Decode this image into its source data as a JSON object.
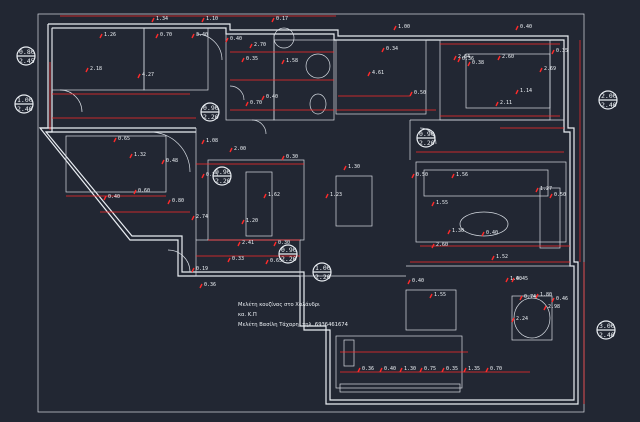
{
  "colors": {
    "background": "#222733",
    "wall": "#e9edf2",
    "dimension": "#ff2a2a",
    "text": "#eef2f6"
  },
  "notes": {
    "line1": "Μελέτη κουζίνας στο Χαλάνδρι",
    "line2": "κα. Κ.Π",
    "line3": "Μελέτη Βασίλη Τάχαρη, τηλ. 6936461674"
  },
  "elevation_markers": [
    {
      "id": "m1",
      "top": "0.80",
      "bottom": "2.45"
    },
    {
      "id": "m2",
      "top": "1.00",
      "bottom": "2.40"
    },
    {
      "id": "m3",
      "top": "2.00",
      "bottom": "2.40"
    },
    {
      "id": "m4",
      "top": "0.90",
      "bottom": "2.20"
    },
    {
      "id": "m5",
      "top": "0.90",
      "bottom": "2.20"
    },
    {
      "id": "m6",
      "top": "0.90",
      "bottom": "2.20"
    },
    {
      "id": "m7",
      "top": "0.90",
      "bottom": "2.20"
    },
    {
      "id": "m8",
      "top": "1.00",
      "bottom": "2.20"
    },
    {
      "id": "m9",
      "top": "3.00",
      "bottom": "2.40"
    }
  ],
  "dimensions": [
    "1.34",
    "1.10",
    "0.17",
    "2.18",
    "4.27",
    "1.26",
    "0.70",
    "3.40",
    "0.40",
    "2.70",
    "0.35",
    "1.58",
    "4.61",
    "1.00",
    "0.34",
    "2.64",
    "0.50",
    "0.38",
    "2.69",
    "0.36",
    "2.60",
    "0.40",
    "2.11",
    "1.14",
    "0.35",
    "0.40",
    "0.70",
    "0.65",
    "1.08",
    "2.00",
    "1.32",
    "0.25",
    "0.30",
    "1.62",
    "1.20",
    "0.48",
    "0.40",
    "2.74",
    "0.60",
    "0.80",
    "1.30",
    "1.23",
    "1.56",
    "0.50",
    "1.55",
    "2.60",
    "2.41",
    "0.30",
    "1.30",
    "0.40",
    "1.52",
    "1.27",
    "0.50",
    "1.40",
    "1.55",
    "0.74",
    "0.19",
    "0.33",
    "0.65",
    "0.36",
    "0.36",
    "0.40",
    "1.30",
    "0.75",
    "0.35",
    "1.35",
    "0.70",
    "2.24",
    "1.80",
    "2.98",
    "0.45",
    "0.40",
    "0.46"
  ]
}
